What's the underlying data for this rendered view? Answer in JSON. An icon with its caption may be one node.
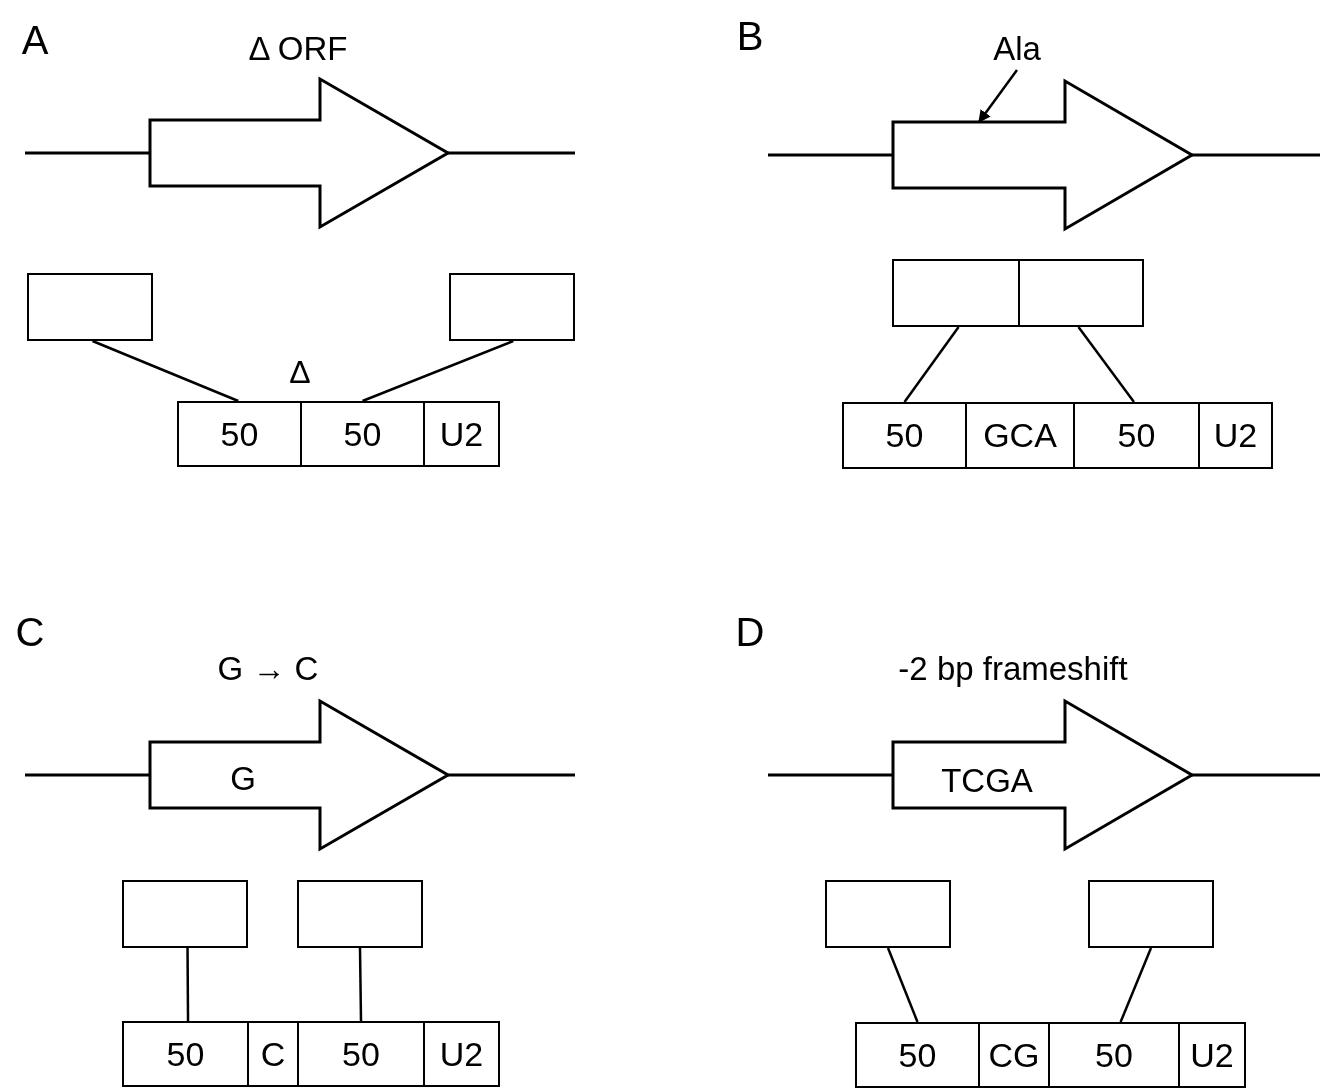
{
  "diagram": {
    "nodes": [
      {
        "text": [
          "Δ ORF"
        ]
      },
      {
        "text": [],
        "shape": "box"
      },
      {
        "text": [],
        "shape": "box"
      },
      {
        "text": [
          "50"
        ]
      },
      {
        "text": [
          "50"
        ]
      },
      {
        "text": [
          "U2"
        ]
      },
      {
        "text": [
          "Ala"
        ]
      },
      {
        "text": [],
        "shape": "arrow"
      },
      {
        "text": [],
        "shape": "box"
      },
      {
        "text": [],
        "shape": "box"
      },
      {
        "text": [
          "50"
        ]
      },
      {
        "text": [
          "GCA"
        ]
      },
      {
        "text": [
          "50"
        ]
      },
      {
        "text": [
          "U2"
        ]
      },
      {
        "text": [
          "G → C",
          "G"
        ]
      },
      {
        "text": [],
        "shape": "box"
      },
      {
        "text": [],
        "shape": "box"
      },
      {
        "text": [
          "50"
        ]
      },
      {
        "text": [
          "C"
        ]
      },
      {
        "text": [
          "50"
        ]
      },
      {
        "text": [
          "U2"
        ]
      },
      {
        "text": [
          "-2 bp frameshift",
          "TCGA"
        ]
      },
      {
        "text": [],
        "shape": "box"
      },
      {
        "text": [],
        "shape": "box"
      },
      {
        "text": [
          "50"
        ]
      },
      {
        "text": [
          "CG"
        ]
      },
      {
        "text": [
          "50"
        ]
      },
      {
        "text": [
          "U2"
        ]
      }
    ],
    "edges": [
      {
        "from": 1,
        "to": 3,
        "arrow": "none"
      },
      {
        "from": 2,
        "to": 4,
        "arrow": "none"
      },
      {
        "from": 6,
        "to": 7,
        "arrow": "to"
      },
      {
        "from": 8,
        "to": 10,
        "arrow": "none"
      },
      {
        "from": 9,
        "to": 12,
        "arrow": "none"
      },
      {
        "from": 15,
        "to": 17,
        "arrow": "none"
      },
      {
        "from": 16,
        "to": 19,
        "arrow": "none"
      },
      {
        "from": 22,
        "to": 24,
        "arrow": "none"
      },
      {
        "from": 23,
        "to": 26,
        "arrow": "none"
      }
    ],
    "labels": [
      "A",
      "Δ",
      "B",
      "C",
      "D"
    ]
  }
}
